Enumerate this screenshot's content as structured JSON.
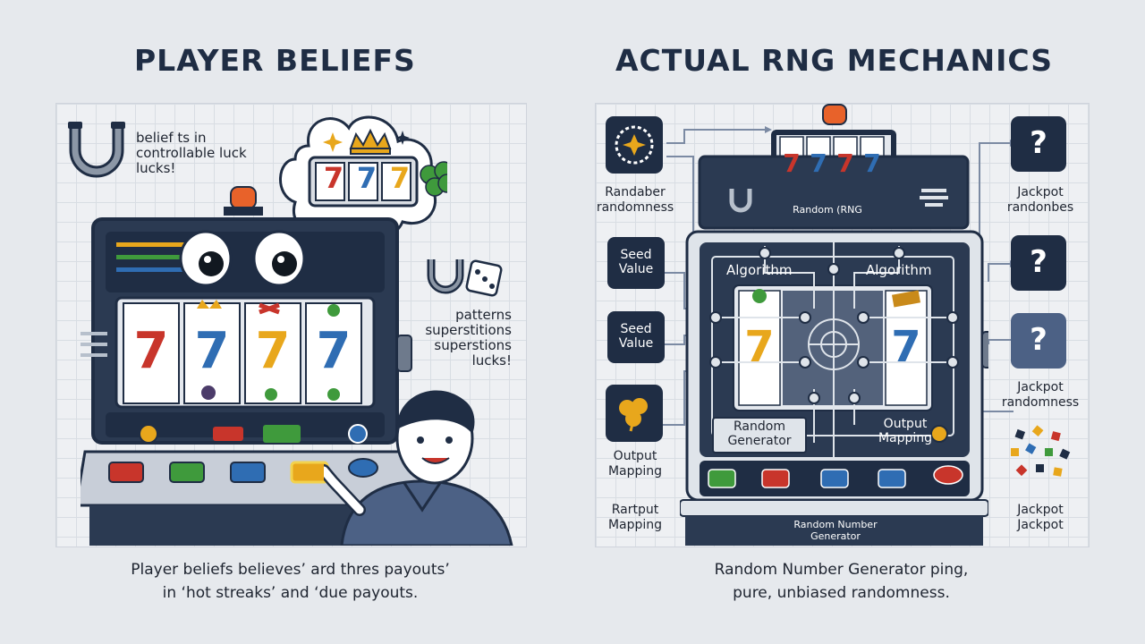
{
  "left": {
    "heading": "PLAYER BELIEFS",
    "note_top": [
      "belief ts in",
      "controllable luck",
      "lucks!"
    ],
    "note_side": [
      "patterns",
      "superstitions",
      "superstions",
      "lucks!"
    ],
    "caption": [
      "Player beliefs believes’ ard thres payouts’",
      "in ‘hot streaks’ and ‘due payouts."
    ],
    "reel_symbols": [
      "7",
      "7",
      "7",
      "7"
    ],
    "bubble_symbols": [
      "7",
      "7",
      "7"
    ]
  },
  "right": {
    "heading": "ACTUAL RNG MECHANICS",
    "machine_label": "Random (RNG",
    "algorithm_left": "Algorithm",
    "algorithm_right": "Algorithm",
    "random_generator": [
      "Random",
      "Generator"
    ],
    "output_mapping_box": [
      "Output",
      "Mapping"
    ],
    "bottom_box": [
      "Random Number",
      "Generator"
    ],
    "caption": [
      "Random Number Generator ping,",
      "pure, unbiased randomness."
    ],
    "reel_symbols": [
      "7",
      "7",
      "7",
      "7"
    ],
    "center_reels": [
      "7",
      "7"
    ],
    "left_labels": {
      "randomness": [
        "Randaber",
        "randomness"
      ],
      "seed1": [
        "Seed",
        "Value"
      ],
      "seed2": [
        "Seed",
        "Value"
      ],
      "output": [
        "Output",
        "Mapping"
      ],
      "rartput": [
        "Rartput",
        "Mapping"
      ]
    },
    "right_labels": {
      "jackpot1": [
        "Jackpot",
        "randonbes"
      ],
      "jackpot2": [
        "Jackpot",
        "randomness"
      ],
      "jackpot3": [
        "Jackpot",
        "Jackpot"
      ]
    },
    "question_mark": "?"
  },
  "colors": {
    "navy": "#1f2d44",
    "red": "#c8352b",
    "blue": "#2f6db3",
    "gold": "#e8a71c",
    "green": "#3f9a3c",
    "orange_light": "#e8622a"
  }
}
